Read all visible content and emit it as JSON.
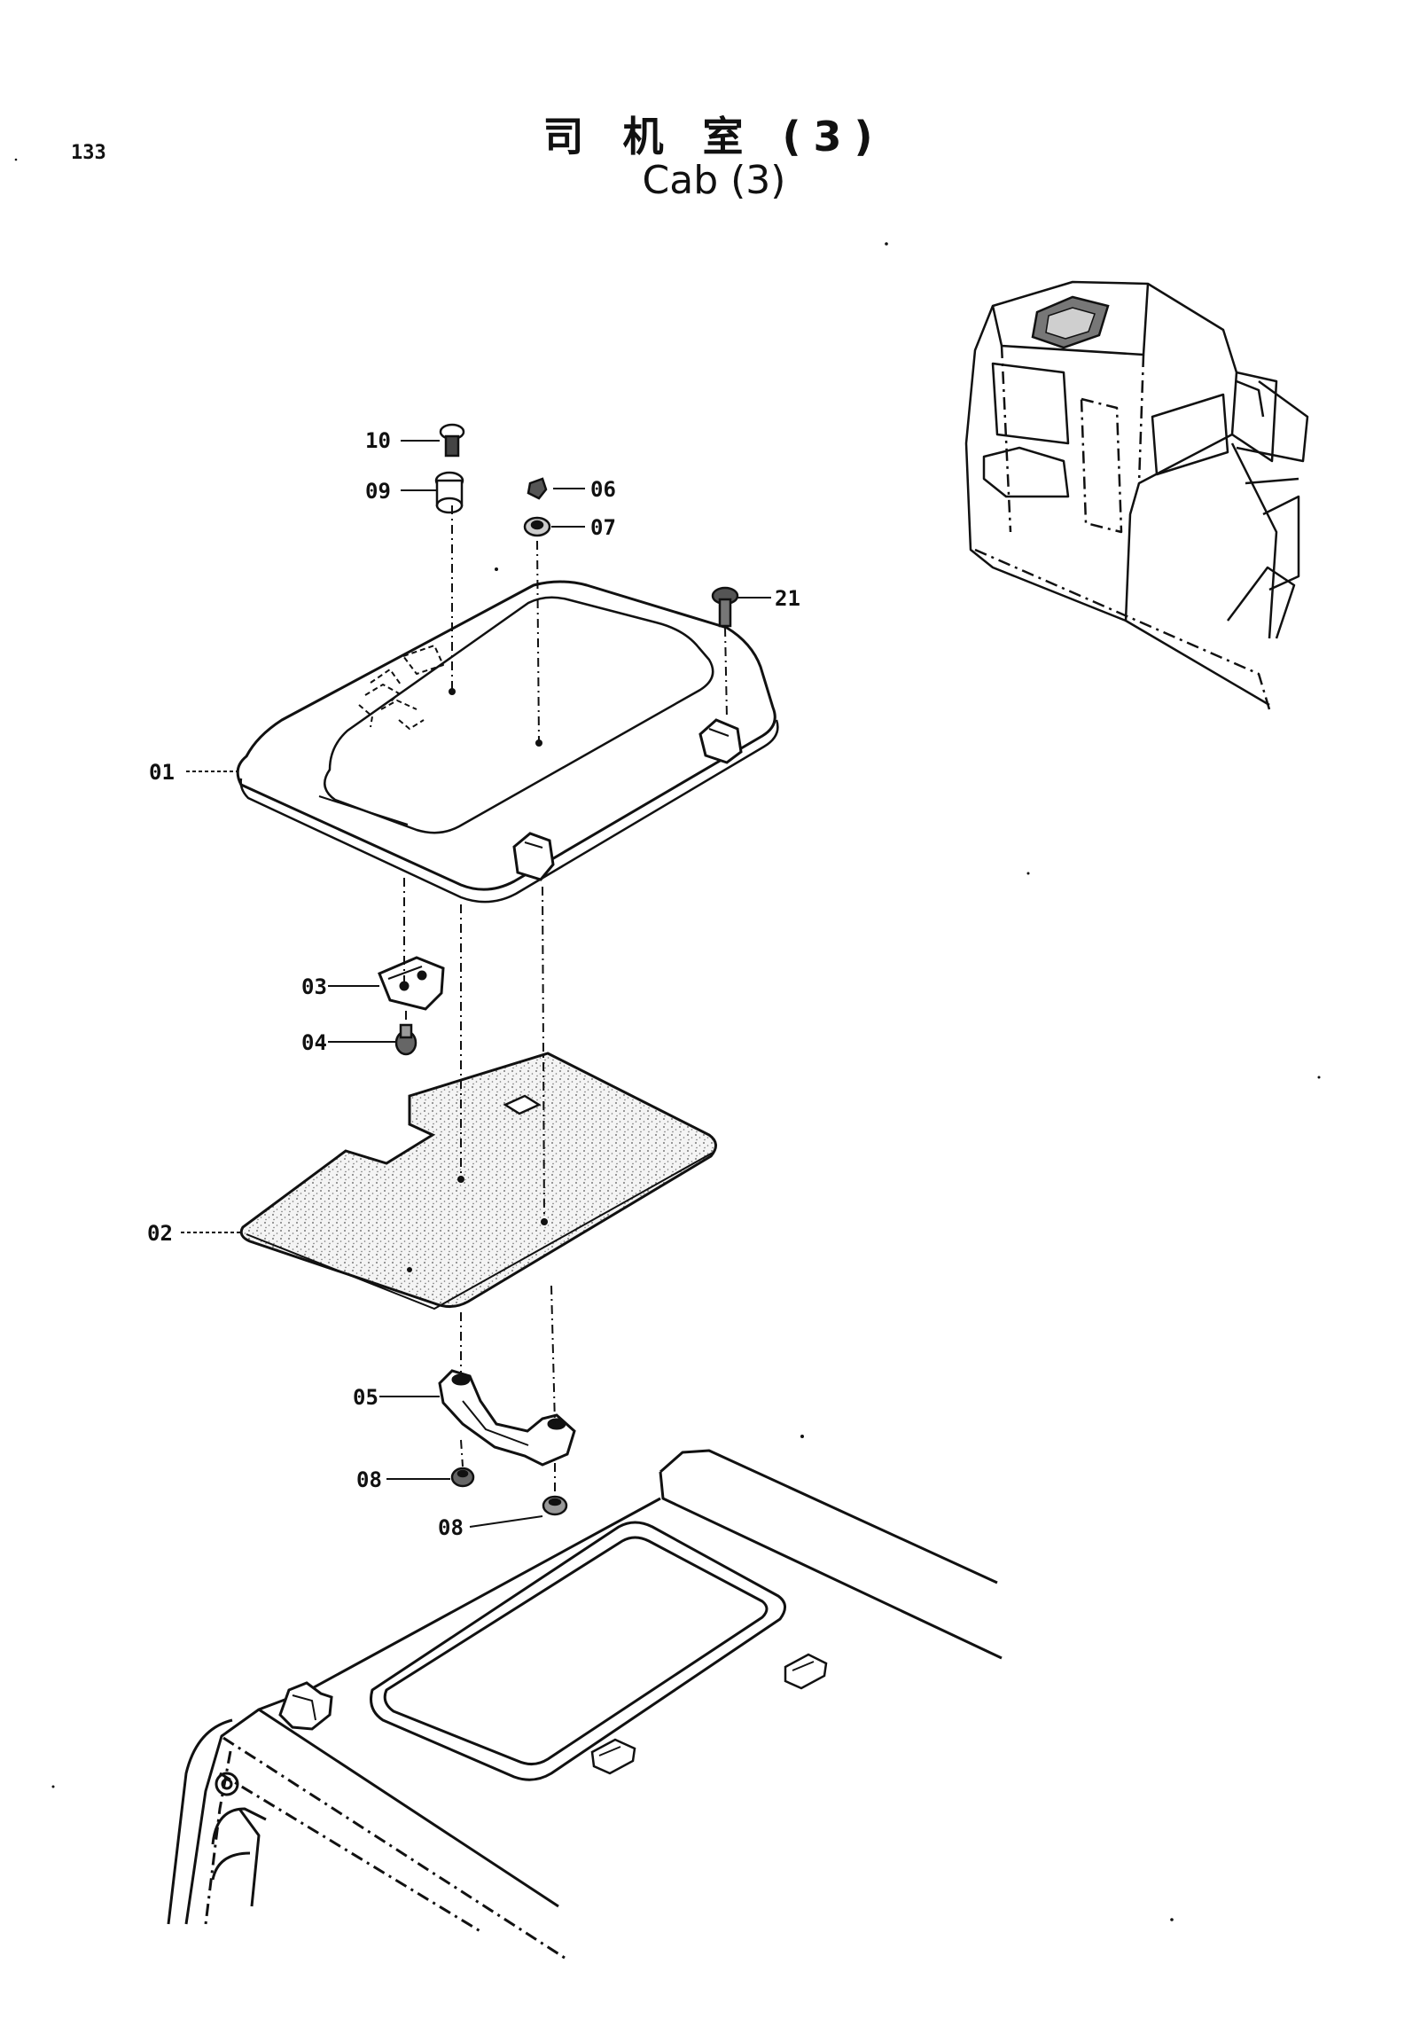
{
  "page_number": "133",
  "title_cn": "司 机 室 (3)",
  "title_en": "Cab (3)",
  "callouts": {
    "c10": "10",
    "c09": "09",
    "c06": "06",
    "c07": "07",
    "c21": "21",
    "c01": "01",
    "c03": "03",
    "c04": "04",
    "c02": "02",
    "c05": "05",
    "c08a": "08",
    "c08b": "08"
  }
}
